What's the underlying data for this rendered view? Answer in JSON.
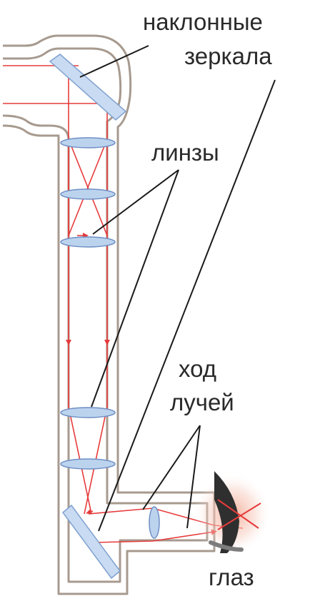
{
  "labels": {
    "mirrors_line1": "наклонные",
    "mirrors_line2": "зеркала",
    "lenses": "линзы",
    "rays_line1": "ход",
    "rays_line2": "лучей",
    "eye": "глаз"
  },
  "colors": {
    "tube_outline": "#a79a8f",
    "ray": "#e63b3b",
    "lens_fill": "#bcd3ee",
    "lens_stroke": "#6e8fc4",
    "mirror_fill": "#c9dbf2",
    "mirror_stroke": "#7fa0cf",
    "pointer": "#1a1a1a",
    "eye_iris": "#2f2f2f",
    "eye_glow": "#f0b9a6"
  }
}
